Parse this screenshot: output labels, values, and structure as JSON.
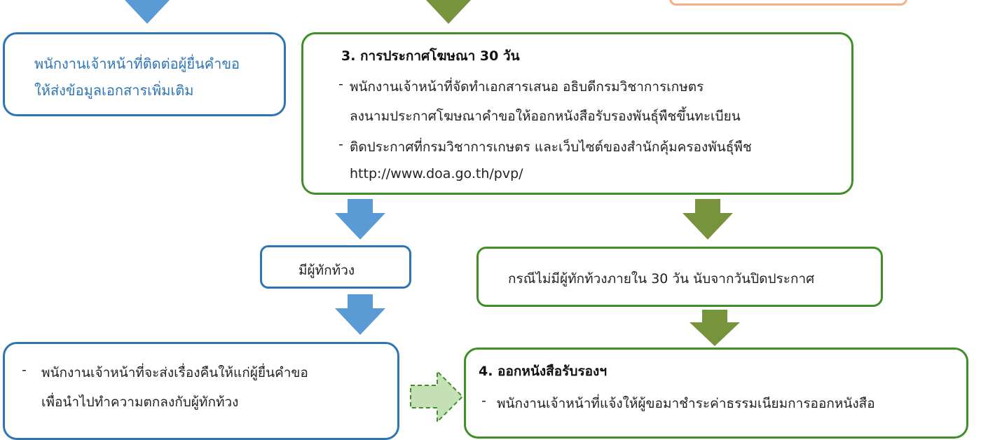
{
  "colors": {
    "blue_border": "#2e75b6",
    "green_border": "#3f8f26",
    "blue_arrow": "#5b9bd5",
    "olive_arrow": "#77933c",
    "light_green_arrow": "#c5e0b4",
    "orange_border": "#f4b183"
  },
  "contact_box": {
    "line1": "พนักงานเจ้าหน้าที่ติดต่อผู้ยื่นคำขอ",
    "line2": "ให้ส่งข้อมูลเอกสารเพิ่มเติม"
  },
  "announce_box": {
    "title": "3. การประกาศโฆษณา 30 วัน",
    "bullet1_line1": "พนักงานเจ้าหน้าที่จัดทำเอกสารเสนอ อธิบดีกรมวิชาการเกษตร",
    "bullet1_line2": "ลงนามประกาศโฆษณาคำขอให้ออกหนังสือรับรองพันธุ์พืชขึ้นทะเบียน",
    "bullet2_line1": "ติดประกาศที่กรมวิชาการเกษตร และเว็บไซต์ของสำนักคุ้มครองพันธุ์พืช",
    "bullet2_line2": "http://www.doa.go.th/pvp/"
  },
  "objection_box": {
    "label": "มีผู้ทักท้วง"
  },
  "no_objection_box": {
    "label": "กรณีไม่มีผู้ทักท้วงภายใน 30 วัน นับจากวันปิดประกาศ"
  },
  "return_box": {
    "bullet1_line1": "พนักงานเจ้าหน้าที่จะส่งเรื่องคืนให้แก่ผู้ยื่นคำขอ",
    "bullet1_line2": "เพื่อนำไปทำความตกลงกับผู้ทักท้วง"
  },
  "certificate_box": {
    "title": "4. ออกหนังสือรับรองฯ",
    "bullet1_line1": "พนักงานเจ้าหน้าที่แจ้งให้ผู้ขอมาชำระค่าธรรมเนียมการออกหนังสือ"
  },
  "dash_char": "-"
}
